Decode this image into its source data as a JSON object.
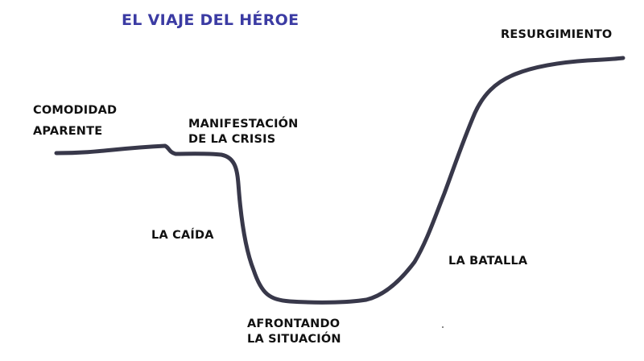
{
  "title": {
    "text": "EL VIAJE DEL HÉROE",
    "color": "#3b3ba3"
  },
  "curve": {
    "stroke_color": "#38384a",
    "stroke_width": 5
  },
  "stages": [
    {
      "id": "comodidad-aparente",
      "lines": [
        "COMODIDAD",
        "APARENTE"
      ]
    },
    {
      "id": "manifestacion-de-la-crisis",
      "lines": [
        "MANIFESTACIÓN",
        "DE LA CRISIS"
      ]
    },
    {
      "id": "la-caida",
      "lines": [
        "LA CAÍDA"
      ]
    },
    {
      "id": "afrontando-la-situacion",
      "lines": [
        "AFRONTANDO",
        "LA SITUACIÓN"
      ]
    },
    {
      "id": "la-batalla",
      "lines": [
        "LA BATALLA"
      ]
    },
    {
      "id": "resurgimiento",
      "lines": [
        "RESURGIMIENTO"
      ]
    }
  ]
}
